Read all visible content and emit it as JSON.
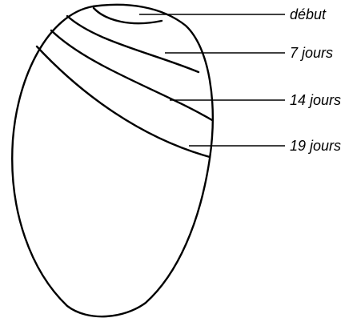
{
  "labels": {
    "start": "début",
    "day7": "7 jours",
    "day14": "14 jours",
    "day19": "19 jours"
  }
}
